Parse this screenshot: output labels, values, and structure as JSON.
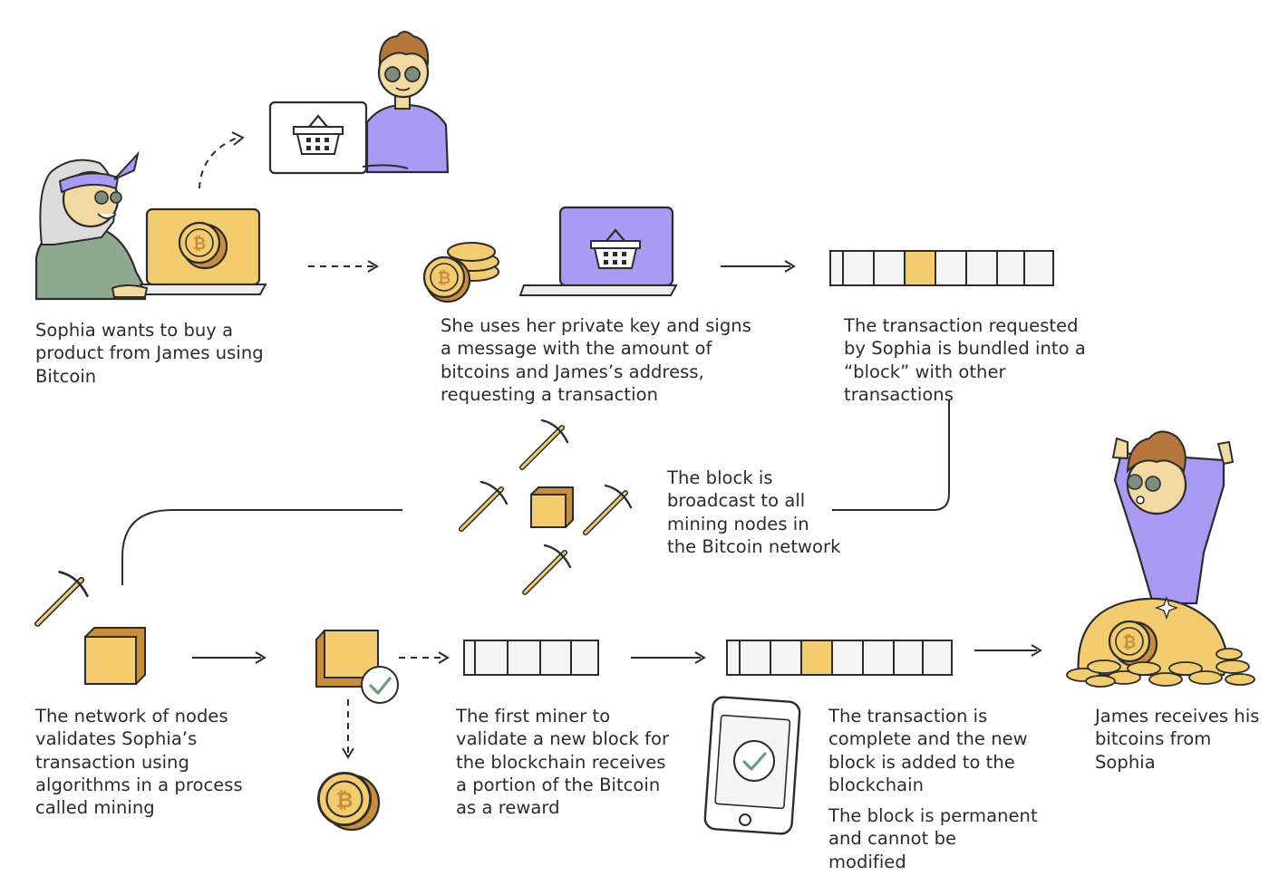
{
  "steps": {
    "s1": [
      "Sophia wants to buy a",
      "product from James using",
      "Bitcoin"
    ],
    "s2": [
      "She uses her private key and signs",
      "a message with the amount of",
      "bitcoins and James’s address,",
      "requesting a transaction"
    ],
    "s3": [
      "The transaction requested",
      "by Sophia is bundled into a",
      "“block” with other",
      "transactions"
    ],
    "s4": [
      "The block is",
      "broadcast to all",
      "mining nodes in",
      "the Bitcoin network"
    ],
    "s5": [
      "The network of nodes",
      "validates Sophia’s",
      "transaction using",
      "algorithms in a process",
      "called mining"
    ],
    "s6": [
      "The first miner to",
      "validate a new block for",
      "the blockchain receives",
      "a portion of the Bitcoin",
      "as a reward"
    ],
    "s7": [
      "The transaction is",
      "complete and the new",
      "block is added to the",
      "blockchain"
    ],
    "s7b": [
      "The block is permanent",
      "and cannot be",
      "modified"
    ],
    "s8": [
      "James receives his",
      "bitcoins from",
      "Sophia"
    ]
  },
  "icons": {
    "coin_symbol": "₿"
  },
  "colors": {
    "gold": "#f2cc6e",
    "gold_dark": "#c98e3b",
    "purple": "#a99bf3",
    "sage": "#8fa98f",
    "skin": "#f3d9a2",
    "hair_brown": "#b5773b",
    "check_green": "#6e9a7e",
    "outline": "#2c2c2c"
  }
}
